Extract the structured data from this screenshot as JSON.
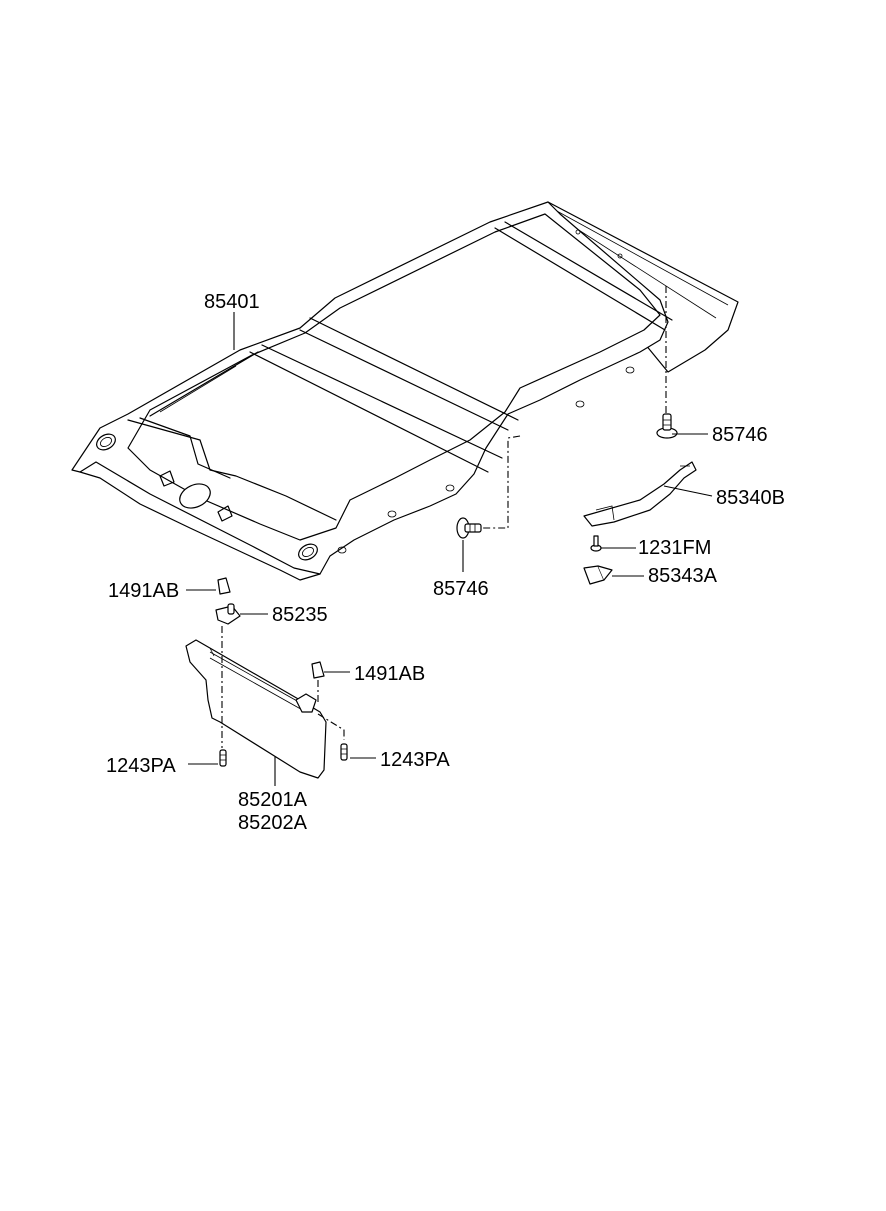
{
  "diagram": {
    "labels": {
      "headlining": "85401",
      "clip_top": "85746",
      "assist_handle": "85340B",
      "screw_handle": "1231FM",
      "handle_cover": "85343A",
      "clip_bottom": "85746",
      "clip_left": "1491AB",
      "visor_retainer": "85235",
      "clip_right": "1491AB",
      "screw_left": "1243PA",
      "screw_right": "1243PA",
      "visor_lh": "85201A",
      "visor_rh": "85202A"
    }
  }
}
